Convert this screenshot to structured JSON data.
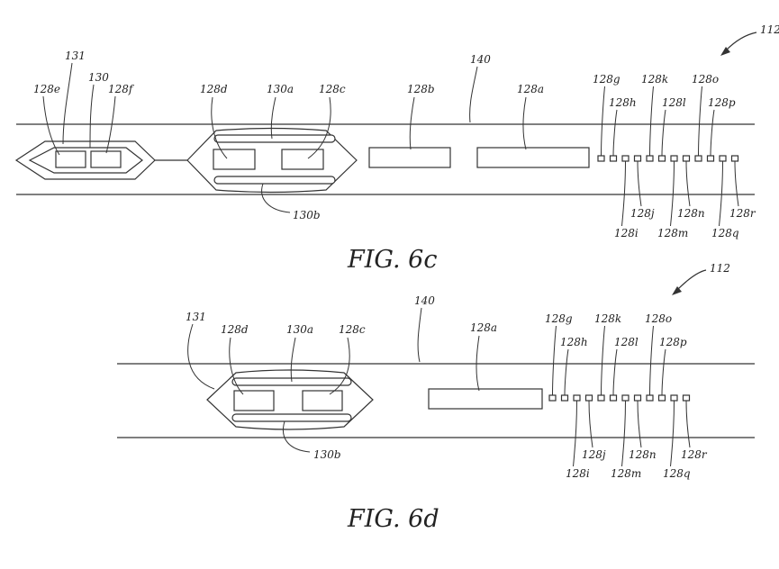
{
  "fig6c": {
    "caption": "FIG. 6c",
    "labels": {
      "ref112": "112",
      "ref140": "140",
      "ref131": "131",
      "ref130": "130",
      "ref128e": "128e",
      "ref128f": "128f",
      "ref128d": "128d",
      "ref130a": "130a",
      "ref128c": "128c",
      "ref128b": "128b",
      "ref128a": "128a",
      "ref130b": "130b",
      "ref128g": "128g",
      "ref128h": "128h",
      "ref128i": "128i",
      "ref128j": "128j",
      "ref128k": "128k",
      "ref128l": "128l",
      "ref128m": "128m",
      "ref128n": "128n",
      "ref128o": "128o",
      "ref128p": "128p",
      "ref128q": "128q",
      "ref128r": "128r"
    }
  },
  "fig6d": {
    "caption": "FIG. 6d",
    "labels": {
      "ref112": "112",
      "ref140": "140",
      "ref131": "131",
      "ref128d": "128d",
      "ref130a": "130a",
      "ref128c": "128c",
      "ref128a": "128a",
      "ref130b": "130b",
      "ref128g": "128g",
      "ref128h": "128h",
      "ref128i": "128i",
      "ref128j": "128j",
      "ref128k": "128k",
      "ref128l": "128l",
      "ref128m": "128m",
      "ref128n": "128n",
      "ref128o": "128o",
      "ref128p": "128p",
      "ref128q": "128q",
      "ref128r": "128r"
    }
  }
}
